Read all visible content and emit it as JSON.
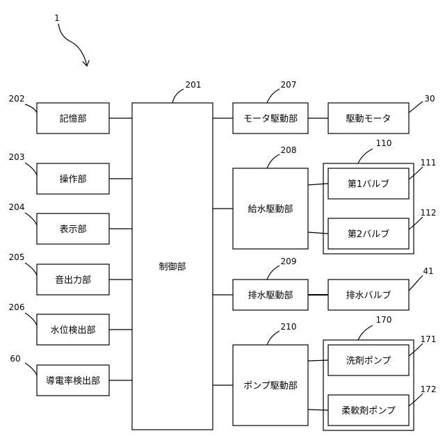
{
  "figure_ref": "1",
  "controller": {
    "label": "制御部",
    "ref": "201"
  },
  "left_blocks": [
    {
      "label": "記憶部",
      "ref": "202"
    },
    {
      "label": "操作部",
      "ref": "203"
    },
    {
      "label": "表示部",
      "ref": "204"
    },
    {
      "label": "音出力部",
      "ref": "205"
    },
    {
      "label": "水位検出部",
      "ref": "206"
    },
    {
      "label": "導電率検出部",
      "ref": "60"
    }
  ],
  "drivers": {
    "motor_drive": {
      "label": "モータ駆動部",
      "ref": "207"
    },
    "water_supply_drive": {
      "label": "給水駆動部",
      "ref": "208"
    },
    "drain_drive": {
      "label": "排水駆動部",
      "ref": "209"
    },
    "pump_drive": {
      "label": "ポンプ駆動部",
      "ref": "210"
    }
  },
  "targets": {
    "drive_motor": {
      "label": "駆動モータ",
      "ref": "30"
    },
    "valve_group_ref": "110",
    "valve_1": {
      "label": "第1バルブ",
      "ref": "111"
    },
    "valve_2": {
      "label": "第2バルブ",
      "ref": "112"
    },
    "drain_valve": {
      "label": "排水バルブ",
      "ref": "41"
    },
    "pump_group_ref": "170",
    "detergent_pump": {
      "label": "洗剤ポンプ",
      "ref": "171"
    },
    "softener_pump": {
      "label": "柔軟剤ポンプ",
      "ref": "172"
    }
  }
}
